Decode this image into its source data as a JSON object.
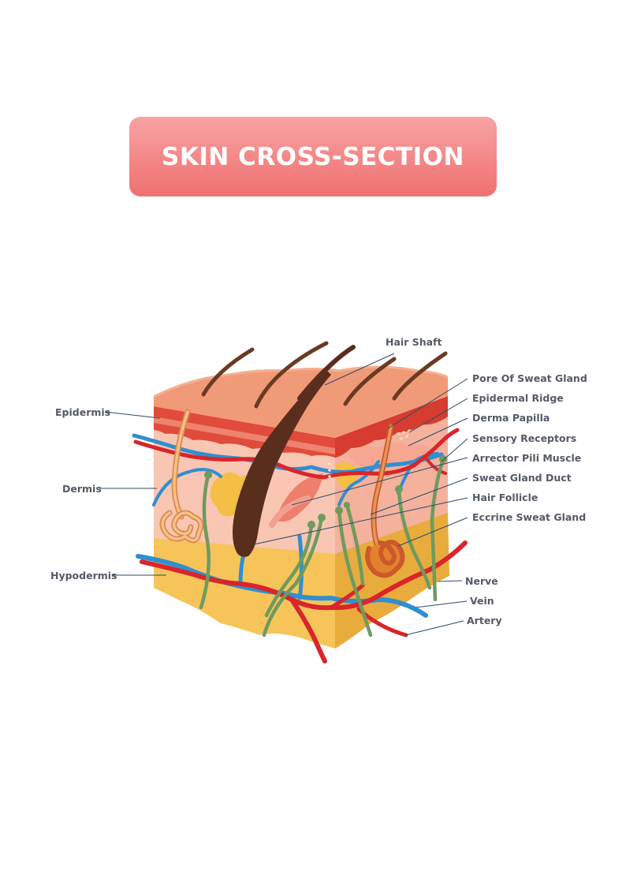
{
  "title": "SKIN CROSS-SECTION",
  "labels": {
    "hair_shaft": "Hair Shaft",
    "pore_of_sweat_gland": "Pore Of Sweat Gland",
    "epidermal_ridge": "Epidermal Ridge",
    "derma_papilla": "Derma Papilla",
    "sensory_receptors": "Sensory Receptors",
    "arrector_pili_muscle": "Arrector Pili Muscle",
    "sweat_gland_duct": "Sweat Gland Duct",
    "hair_follicle": "Hair Follicle",
    "eccrine_sweat_gland": "Eccrine Sweat Gland",
    "nerve": "Nerve",
    "vein": "Vein",
    "artery": "Artery",
    "epidermis": "Epidermis",
    "dermis": "Dermis",
    "hypodermis": "Hypodermis"
  },
  "colors": {
    "banner_top": "#f8a3a3",
    "banner_bottom": "#f07070",
    "epidermis_top": "#f19a78",
    "epidermis_layer": "#e04a3a",
    "dermis": "#f8c3b0",
    "hypodermis": "#f7c45a",
    "hair": "#5a2e1c",
    "vein": "#2f8fd1",
    "artery": "#d9252b",
    "nerve": "#6f9a5e",
    "leader_line": "#2d4a6b"
  }
}
